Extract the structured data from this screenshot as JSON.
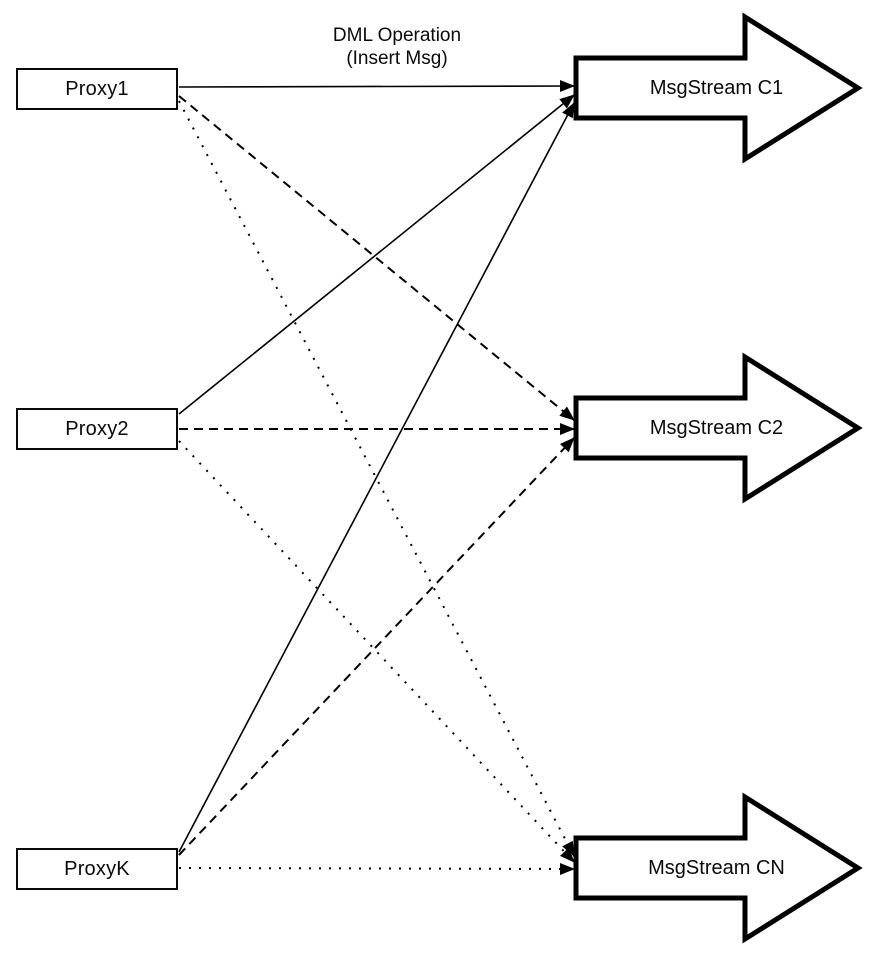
{
  "diagram": {
    "annotation": {
      "line1": "DML Operation",
      "line2": "(Insert Msg)"
    },
    "proxies": [
      {
        "label": "Proxy1"
      },
      {
        "label": "Proxy2"
      },
      {
        "label": "ProxyK"
      }
    ],
    "streams": [
      {
        "label": "MsgStream C1"
      },
      {
        "label": "MsgStream C2"
      },
      {
        "label": "MsgStream CN"
      }
    ],
    "edges": [
      {
        "from": "Proxy1",
        "to": "MsgStream C1",
        "style": "solid",
        "label": "DML Operation (Insert Msg)"
      },
      {
        "from": "Proxy1",
        "to": "MsgStream C2",
        "style": "dashed",
        "label": ""
      },
      {
        "from": "Proxy1",
        "to": "MsgStream CN",
        "style": "dotted",
        "label": ""
      },
      {
        "from": "Proxy2",
        "to": "MsgStream C1",
        "style": "solid",
        "label": ""
      },
      {
        "from": "Proxy2",
        "to": "MsgStream C2",
        "style": "dashed",
        "label": ""
      },
      {
        "from": "Proxy2",
        "to": "MsgStream CN",
        "style": "dotted",
        "label": ""
      },
      {
        "from": "ProxyK",
        "to": "MsgStream C1",
        "style": "solid",
        "label": ""
      },
      {
        "from": "ProxyK",
        "to": "MsgStream C2",
        "style": "dashed",
        "label": ""
      },
      {
        "from": "ProxyK",
        "to": "MsgStream CN",
        "style": "dotted",
        "label": ""
      }
    ],
    "colors": {
      "line": "#000000",
      "shape_fill": "#ffffff",
      "background": "#ffffff"
    }
  }
}
